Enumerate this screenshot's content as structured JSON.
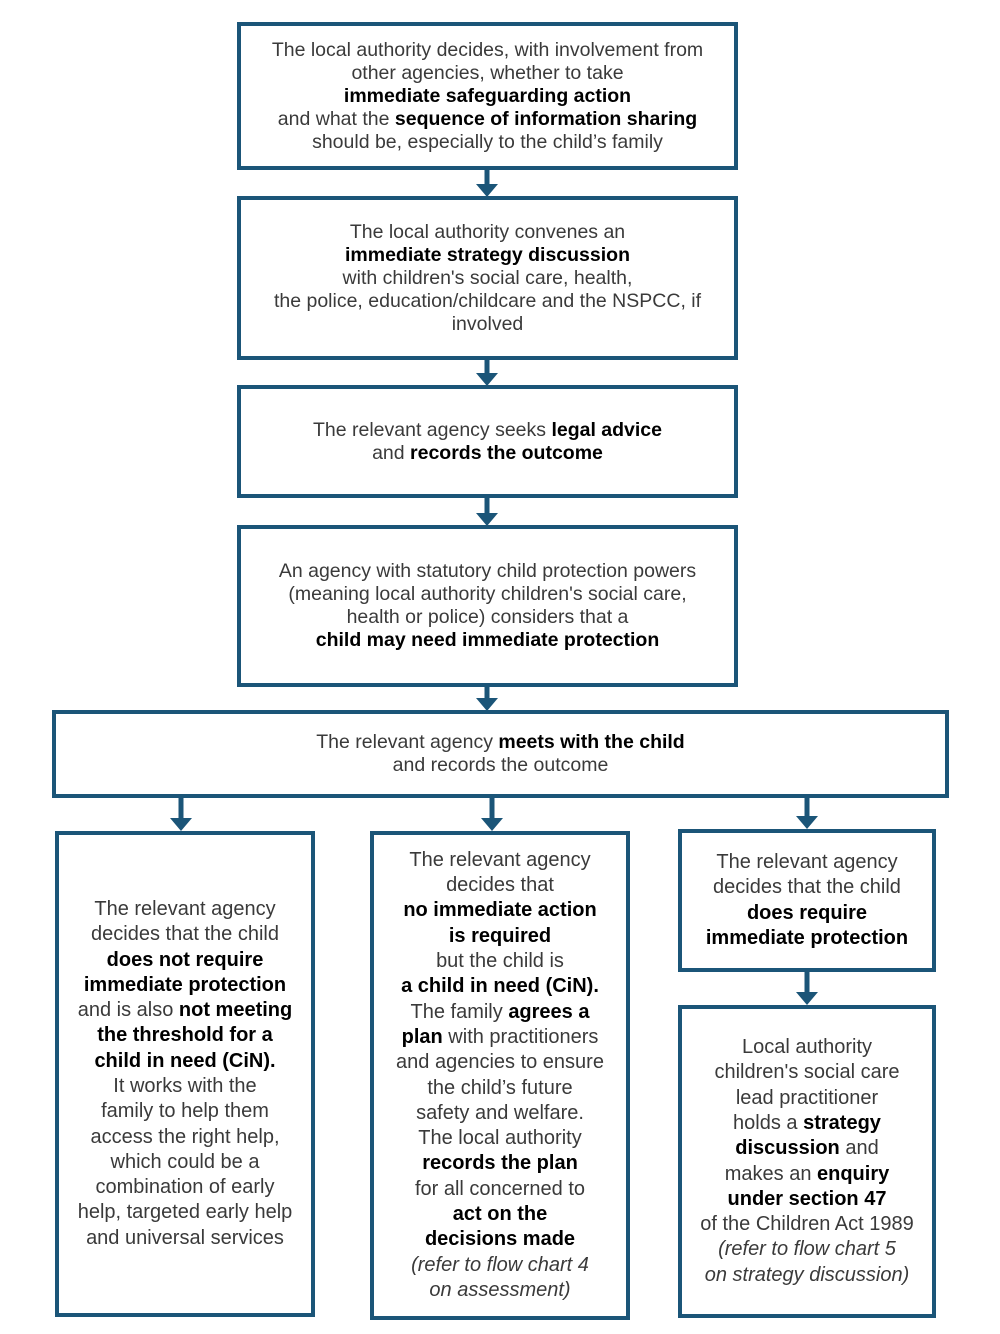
{
  "diagram": {
    "colors": {
      "line": "#1B5578",
      "text": "#3A3A3A",
      "bold_text": "#000000",
      "background": "#FFFFFF"
    },
    "boxes": {
      "safeguarding_decision": {
        "runs": [
          {
            "t": "The local authority decides, with involvement from\nother agencies, whether to take\n"
          },
          {
            "t": "immediate safeguarding action",
            "b": true
          },
          {
            "t": "\nand what the "
          },
          {
            "t": "sequence of information sharing",
            "b": true
          },
          {
            "t": "\nshould be, especially to the child’s family"
          }
        ]
      },
      "strategy_discussion": {
        "runs": [
          {
            "t": "The local authority convenes an\n"
          },
          {
            "t": "immediate strategy discussion",
            "b": true
          },
          {
            "t": "\nwith children's social care, health,\nthe police, education/childcare and the NSPCC, if\ninvolved"
          }
        ]
      },
      "legal_advice": {
        "runs": [
          {
            "t": "The relevant agency seeks "
          },
          {
            "t": "legal advice",
            "b": true
          },
          {
            "t": "\nand "
          },
          {
            "t": "records the outcome",
            "b": true
          }
        ]
      },
      "statutory_powers": {
        "runs": [
          {
            "t": "An agency with statutory child protection powers\n(meaning local authority children's social care,\nhealth or police) considers that a\n"
          },
          {
            "t": "child may need immediate protection",
            "b": true
          }
        ]
      },
      "meets_child": {
        "runs": [
          {
            "t": "The relevant agency "
          },
          {
            "t": "meets with the child",
            "b": true
          },
          {
            "t": "\nand records the outcome"
          }
        ]
      },
      "outcome_no_protection_no_cin": {
        "runs": [
          {
            "t": "The relevant agency\ndecides that the child\n"
          },
          {
            "t": "does not require\nimmediate protection",
            "b": true
          },
          {
            "t": "\nand is also "
          },
          {
            "t": "not meeting\nthe threshold for a\nchild in need (CiN).",
            "b": true
          },
          {
            "t": "\nIt works with the\nfamily to help them\naccess the right help,\nwhich could be a\ncombination of early\nhelp, targeted early help\nand universal services"
          }
        ]
      },
      "outcome_cin_plan": {
        "runs": [
          {
            "t": "The relevant agency\ndecides that\n"
          },
          {
            "t": "no immediate action\nis required",
            "b": true
          },
          {
            "t": "\nbut the child is\n"
          },
          {
            "t": "a child in need (CiN).",
            "b": true
          },
          {
            "t": "\nThe family "
          },
          {
            "t": "agrees a\nplan",
            "b": true
          },
          {
            "t": " with practitioners\nand agencies to ensure\nthe child’s future\nsafety and welfare.\nThe local authority\n"
          },
          {
            "t": "records the plan",
            "b": true
          },
          {
            "t": "\nfor all concerned to\n"
          },
          {
            "t": "act on the\ndecisions made",
            "b": true
          },
          {
            "t": "\n"
          },
          {
            "t": "(refer to flow chart 4\non assessment)",
            "i": true
          }
        ]
      },
      "outcome_requires_protection": {
        "runs": [
          {
            "t": "The relevant agency\ndecides that the child\n"
          },
          {
            "t": "does require\nimmediate protection",
            "b": true
          }
        ]
      },
      "section_47_enquiry": {
        "runs": [
          {
            "t": "Local authority\nchildren's social care\nlead practitioner\nholds a "
          },
          {
            "t": "strategy\ndiscussion",
            "b": true
          },
          {
            "t": " and\nmakes an "
          },
          {
            "t": "enquiry\nunder section 47",
            "b": true
          },
          {
            "t": "\nof the Children Act 1989\n"
          },
          {
            "t": "(refer to flow chart 5\non strategy discussion)",
            "i": true
          }
        ]
      }
    }
  }
}
